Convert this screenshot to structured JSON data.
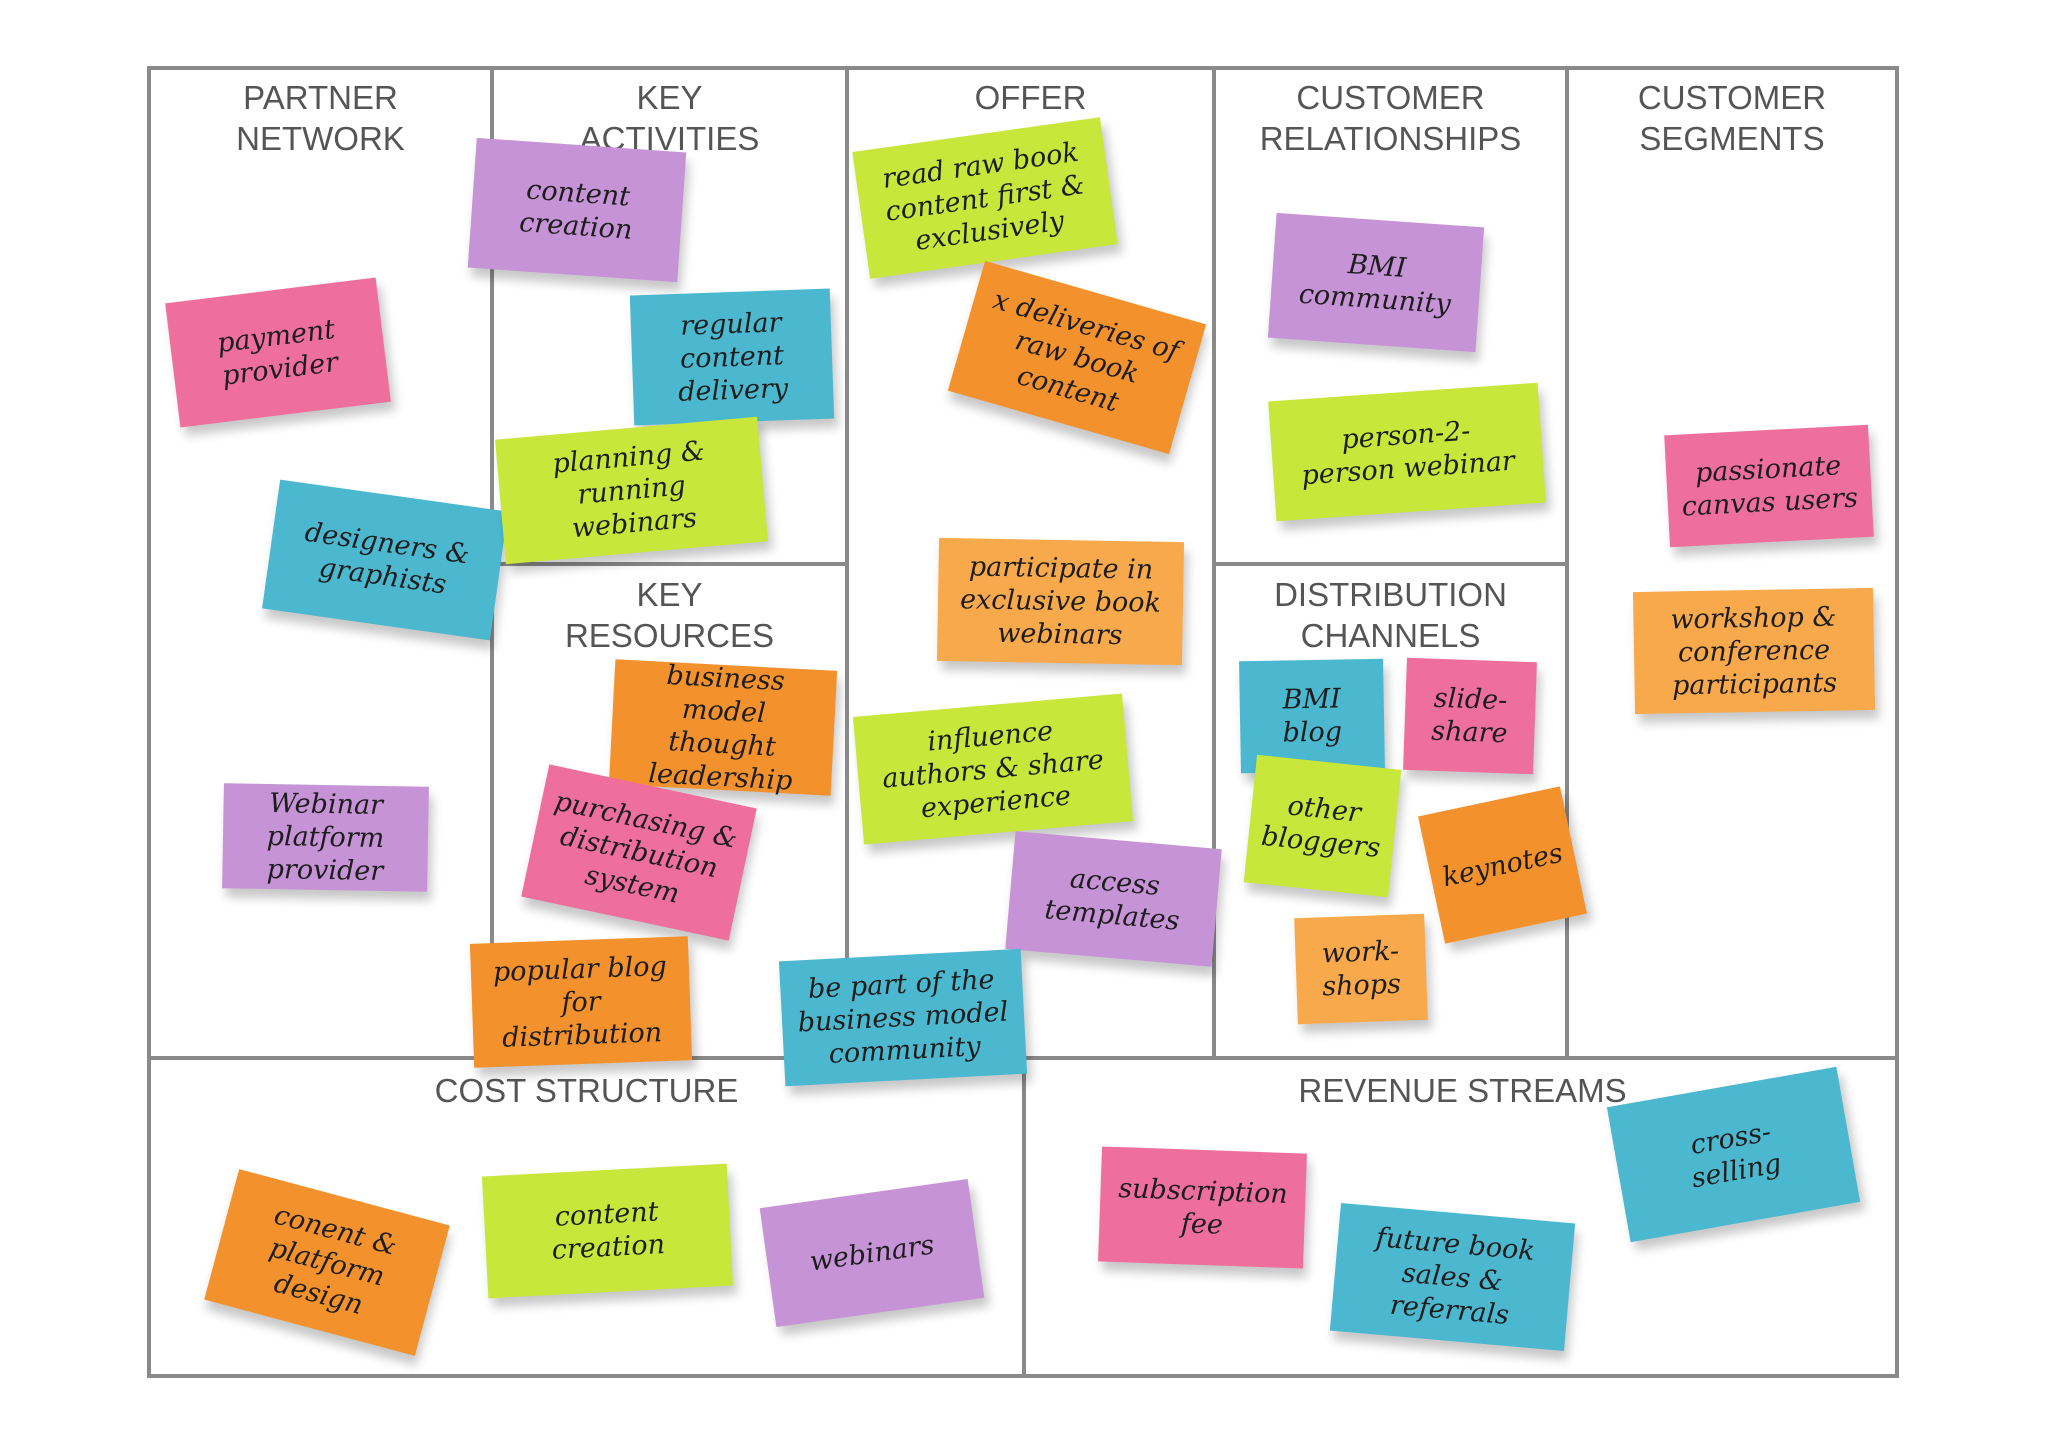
{
  "colors": {
    "grid": "#8a8a8a",
    "title_text": "#555555",
    "note_text": "#1d1d1d",
    "green": "#c9e63a",
    "pink": "#ee6f9c",
    "purple": "#c694d6",
    "blue": "#4cb8cf",
    "orange": "#f3922d",
    "light_orange": "#f8a94b"
  },
  "blocks": {
    "partner_network": "PARTNER\nNETWORK",
    "key_activities": "KEY\nACTIVITIES",
    "key_resources": "KEY\nRESOURCES",
    "offer": "OFFER",
    "customer_relationships": "CUSTOMER\nRELATIONSHIPS",
    "distribution_channels": "DISTRIBUTION\nCHANNELS",
    "customer_segments": "CUSTOMER\nSEGMENTS",
    "cost_structure": "COST STRUCTURE",
    "revenue_streams": "REVENUE STREAMS"
  },
  "notes": {
    "payment_provider": "payment\nprovider",
    "designers_graphists": "designers &\ngraphists",
    "webinar_platform_provider": "Webinar\nplatform\nprovider",
    "content_creation_activity": "content\ncreation",
    "regular_content_delivery": "regular\ncontent\ndelivery",
    "planning_running_webinars": "planning &\nrunning webinars",
    "business_model_thought_leadership": "business\nmodel thought\nleadership",
    "purchasing_distribution_system": "purchasing &\ndistribution\nsystem",
    "popular_blog_for_distribution": "popular blog\nfor\ndistribution",
    "read_raw_book_content": "read raw book\ncontent first &\nexclusively",
    "deliveries_raw_book_content": "x deliveries of\nraw book\ncontent",
    "participate_exclusive_webinars": "participate in\nexclusive book\nwebinars",
    "influence_authors": "influence\nauthors & share\nexperience",
    "access_templates": "access\ntemplates",
    "be_part_of_community": "be part of the\nbusiness model\ncommunity",
    "bmi_community": "BMI\ncommunity",
    "person_2_person_webinar": "person-2-\nperson webinar",
    "bmi_blog": "BMI\nblog",
    "slide_share": "slide-\nshare",
    "other_bloggers": "other\nbloggers",
    "keynotes": "keynotes",
    "work_shops": "work-\nshops",
    "passionate_canvas_users": "passionate\ncanvas users",
    "workshop_conference_participants": "workshop &\nconference\nparticipants",
    "conent_platform_design": "conent &\nplatform\ndesign",
    "content_creation_cost": "content\ncreation",
    "webinars_cost": "webinars",
    "subscription_fee": "subscription\nfee",
    "future_book_sales": "future book\nsales & referrals",
    "cross_selling": "cross-\nselling"
  }
}
